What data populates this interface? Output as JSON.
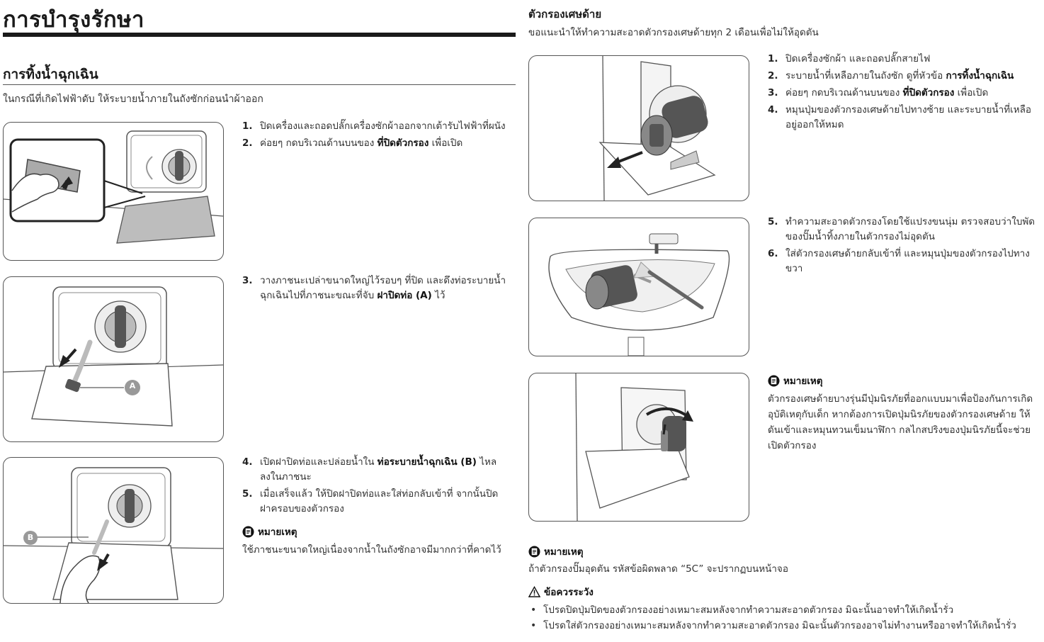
{
  "header": {
    "title": "การบำรุงรักษา",
    "section_title": "การทิ้งน้ำฉุกเฉิน",
    "intro": "ในกรณีที่เกิดไฟฟ้าดับ ให้ระบายน้ำภายในถังซักก่อนนำผ้าออก"
  },
  "left": {
    "steps_a": [
      {
        "num": "1.",
        "text": "ปิดเครื่องและถอดปลั๊กเครื่องซักผ้าออกจากเต้ารับไฟฟ้าที่ผนัง"
      },
      {
        "num": "2.",
        "pre": "ค่อยๆ กดบริเวณด้านบนของ ",
        "bold": "ที่ปิดตัวกรอง",
        "post": " เพื่อเปิด"
      }
    ],
    "steps_b": [
      {
        "num": "3.",
        "pre": "วางภาชนะเปล่าขนาดใหญ่ไว้รอบๆ ที่ปิด และดึงท่อระบายน้ำฉุกเฉินไปที่ภาชนะขณะที่จับ ",
        "bold": "ฝาปิดท่อ (A)",
        "post": " ไว้"
      }
    ],
    "steps_c": [
      {
        "num": "4.",
        "pre": "เปิดฝาปิดท่อและปล่อยน้ำใน ",
        "bold": "ท่อระบายน้ำฉุกเฉิน (B)",
        "post": " ไหลลงในภาชนะ"
      },
      {
        "num": "5.",
        "text": "เมื่อเสร็จแล้ว ให้ปิดฝาปิดท่อและใส่ท่อกลับเข้าที่ จากนั้นปิดฝาครอบของตัวกรอง"
      }
    ],
    "note_title": "หมายเหตุ",
    "note_text": "ใช้ภาชนะขนาดใหญ่เนื่องจากน้ำในถังซักอาจมีมากกว่าที่คาดไว้",
    "label_a": "A",
    "label_b": "B"
  },
  "right": {
    "section_title": "ตัวกรองเศษด้าย",
    "intro": "ขอแนะนำให้ทำความสะอาดตัวกรองเศษด้ายทุก 2 เดือนเพื่อไม่ให้อุดตัน",
    "steps_a": [
      {
        "num": "1.",
        "text": "ปิดเครื่องซักผ้า และถอดปลั๊กสายไฟ"
      },
      {
        "num": "2.",
        "pre": "ระบายน้ำที่เหลือภายในถังซัก ดูที่หัวข้อ ",
        "bold": "การทิ้งน้ำฉุกเฉิน",
        "post": ""
      },
      {
        "num": "3.",
        "pre": "ค่อยๆ กดบริเวณด้านบนของ ",
        "bold": "ที่ปิดตัวกรอง",
        "post": " เพื่อเปิด"
      },
      {
        "num": "4.",
        "text": "หมุนปุ่มของตัวกรองเศษด้ายไปทางซ้าย และระบายน้ำที่เหลืออยู่ออกให้หมด"
      }
    ],
    "steps_b": [
      {
        "num": "5.",
        "text": "ทำความสะอาดตัวกรองโดยใช้แปรงขนนุ่ม ตรวจสอบว่าใบพัดของปั๊มน้ำทิ้งภายในตัวกรองไม่อุดตัน"
      },
      {
        "num": "6.",
        "text": "ใส่ตัวกรองเศษด้ายกลับเข้าที่ และหมุนปุ่มของตัวกรองไปทางขวา"
      }
    ],
    "note1_title": "หมายเหตุ",
    "note1_text": "ตัวกรองเศษด้ายบางรุ่นมีปุ่มนิรภัยที่ออกแบบมาเพื่อป้องกันการเกิดอุบัติเหตุกับเด็ก หากต้องการเปิดปุ่มนิรภัยของตัวกรองเศษด้าย ให้ดันเข้าและหมุนทวนเข็มนาฬิกา กลไกสปริงของปุ่มนิรภัยนี้จะช่วยเปิดตัวกรอง",
    "note2_title": "หมายเหตุ",
    "note2_text": "ถ้าตัวกรองปั๊มอุดตัน รหัสข้อผิดพลาด “5C” จะปรากฏบนหน้าจอ",
    "caution_title": "ข้อควรระวัง",
    "caution_items": [
      "โปรดปิดปุ่มปิดของตัวกรองอย่างเหมาะสมหลังจากทำความสะอาดตัวกรอง มิฉะนั้นอาจทำให้เกิดน้ำรั่ว",
      "โปรดใส่ตัวกรองอย่างเหมาะสมหลังจากทำความสะอาดตัวกรอง มิฉะนั้นตัวกรองอาจไม่ทำงานหรืออาจทำให้เกิดน้ำรั่ว"
    ]
  }
}
